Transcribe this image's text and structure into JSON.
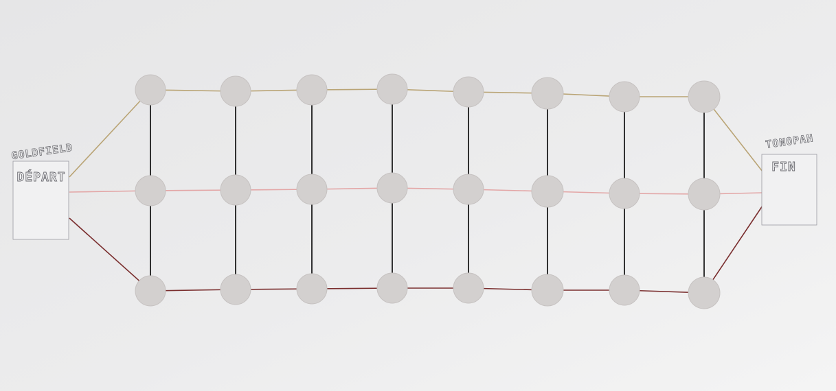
{
  "start": {
    "name": "GOLDFIELD",
    "label": "DÉPART"
  },
  "end": {
    "name": "TONOPAH",
    "label": "FIN"
  },
  "rows": [
    {
      "id": "top",
      "color": "#b9a475"
    },
    {
      "id": "middle",
      "color": "#e3a6a6"
    },
    {
      "id": "bottom",
      "color": "#7a2e2e"
    }
  ],
  "columns": 8,
  "connector_color": "#1c1c1c",
  "node_color": "#d3d0cf",
  "paper_color": "#e9e9ea"
}
